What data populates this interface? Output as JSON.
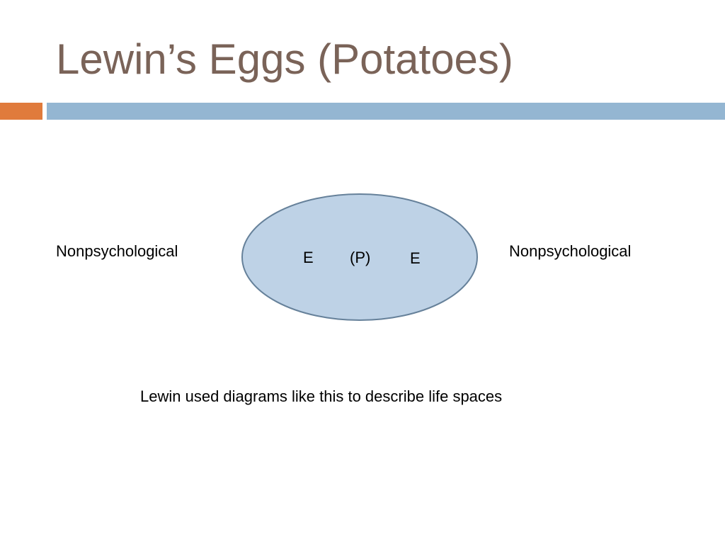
{
  "slide": {
    "title": "Lewin’s Eggs (Potatoes)",
    "caption": "Lewin used diagrams like this to describe life spaces"
  },
  "colors": {
    "title": "#7a6358",
    "accent_orange": "#e07b3c",
    "accent_blue": "#94b6d2",
    "egg_fill": "#bed2e6",
    "egg_stroke": "#66819a"
  },
  "diagram": {
    "left_label": "Nonpsychological",
    "right_label": "Nonpsychological",
    "egg_left": "E",
    "egg_center": "(P)",
    "egg_right": "E"
  }
}
